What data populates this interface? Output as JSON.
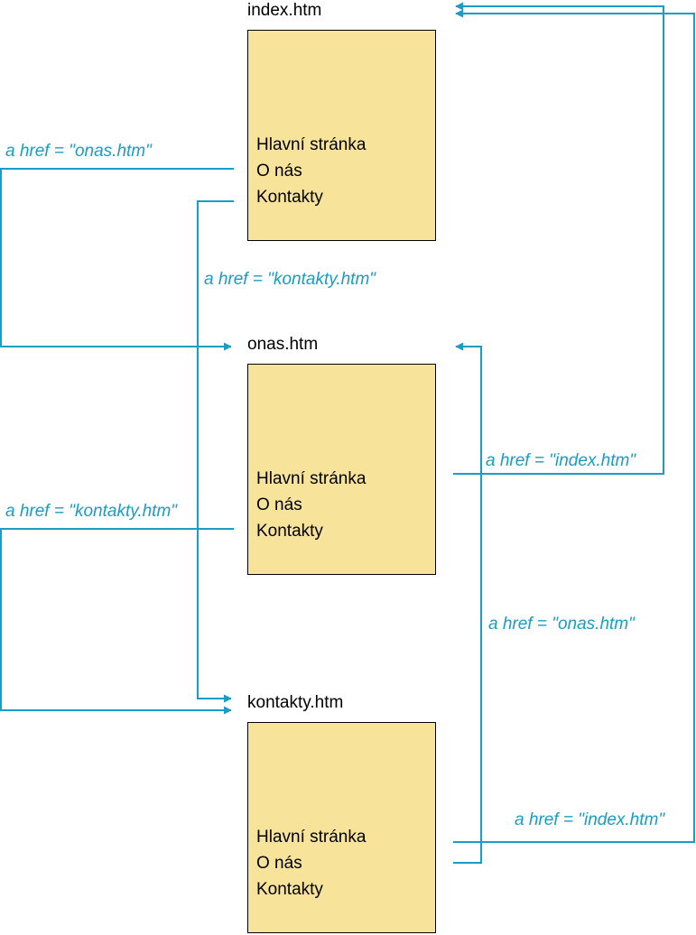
{
  "colors": {
    "box_fill": "#f7e49a",
    "box_border": "#000000",
    "link": "#1a9cc4"
  },
  "pages": [
    {
      "title": "index.htm",
      "menu": [
        "Hlavní stránka",
        "O nás",
        "Kontakty"
      ]
    },
    {
      "title": "onas.htm",
      "menu": [
        "Hlavní stránka",
        "O nás",
        "Kontakty"
      ]
    },
    {
      "title": "kontakty.htm",
      "menu": [
        "Hlavní stránka",
        "O nás",
        "Kontakty"
      ]
    }
  ],
  "links": [
    {
      "from": "index.htm",
      "to": "onas.htm",
      "label": "a href = \"onas.htm\""
    },
    {
      "from": "index.htm",
      "to": "kontakty.htm",
      "label": "a href = \"kontakty.htm\""
    },
    {
      "from": "onas.htm",
      "to": "index.htm",
      "label": "a href = \"index.htm\""
    },
    {
      "from": "onas.htm",
      "to": "kontakty.htm",
      "label": "a href = \"kontakty.htm\""
    },
    {
      "from": "kontakty.htm",
      "to": "onas.htm",
      "label": "a href = \"onas.htm\""
    },
    {
      "from": "kontakty.htm",
      "to": "index.htm",
      "label": "a href = \"index.htm\""
    }
  ]
}
